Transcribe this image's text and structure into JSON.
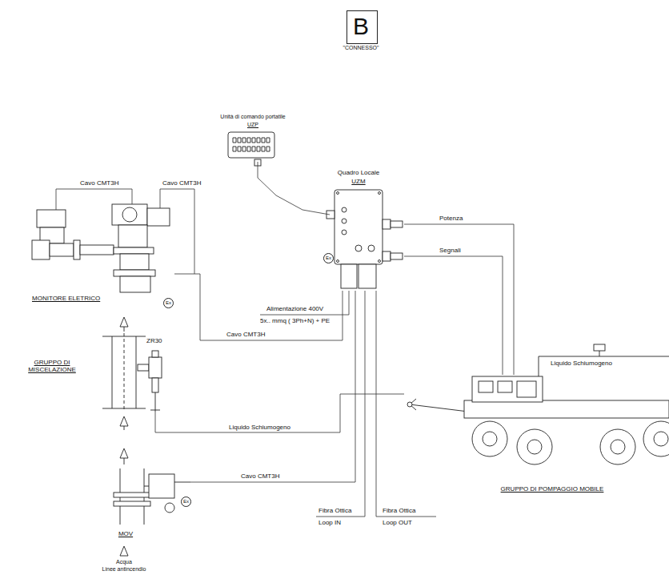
{
  "diagram": {
    "nodes": [
      {
        "text": [
          "B",
          "\"CONNESSO\""
        ]
      },
      {
        "text": [
          "Unità di comando portatile",
          "UZP"
        ]
      },
      {
        "text": [
          "Quadro Locale",
          "UZM"
        ]
      },
      {
        "text": [
          "MONITORE ELETRICO"
        ]
      },
      {
        "text": [
          "GRUPPO DI MISCELAZIONE",
          "ZR30"
        ]
      },
      {
        "text": [
          "MOV"
        ]
      },
      {
        "text": [
          "GRUPPO DI POMPAGGIO MOBILE"
        ]
      }
    ],
    "edges": [
      {
        "from": 1,
        "to": 2,
        "arrow": "none"
      },
      {
        "from": 2,
        "to": 6,
        "label": "Potenza",
        "arrow": "none"
      },
      {
        "from": 2,
        "to": 6,
        "label": "Segnali",
        "arrow": "none"
      },
      {
        "from": 3,
        "to": 2,
        "label": "Cavo CMT3H",
        "arrow": "none"
      },
      {
        "from": 6,
        "to": 4,
        "label": "Liquido Schiumogeno",
        "arrow": "none"
      },
      {
        "from": 5,
        "to": 2,
        "label": "Cavo CMT3H",
        "arrow": "none"
      }
    ],
    "labels": [
      "Cavo CMT3H",
      "Cavo CMT3H",
      "Alimentazione 400V",
      "5x.. mmq ( 3Ph+N) + PE",
      "Fibra Ottica",
      "Loop IN",
      "Fibra Ottica",
      "Loop OUT",
      "Liquido Schiumogeno",
      "Acqua",
      "Linee antincendio",
      "Ex",
      "Ex",
      "Ex"
    ]
  }
}
